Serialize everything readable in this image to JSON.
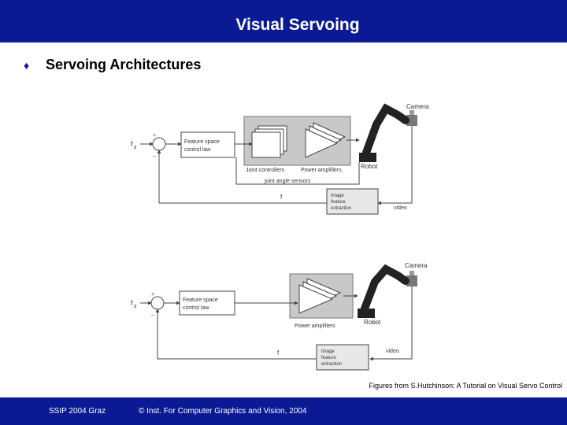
{
  "slide": {
    "title": "Visual Servoing",
    "bullet_icon": "diamond-bullet-icon",
    "heading": "Servoing Architectures",
    "caption": "Figures from S.Hutchinson: A Tutorial on Visual Servo Control",
    "footer_left": "SSIP 2004 Graz",
    "footer_right": "© Inst. For Computer Graphics and Vision, 2004"
  },
  "colors": {
    "title_bar": "#0b1a94",
    "footer_bar": "#0b1a94",
    "text_on_bar": "#ffffff"
  },
  "figure1": {
    "camera": "Camera",
    "f_d": "f",
    "f_d_sub": "d",
    "plus": "+",
    "minus": "–",
    "law_line1": "Feature space",
    "law_line2": "control law",
    "joint_controllers": "Joint controllers",
    "power_amplifiers": "Power amplifiers",
    "robot": "Robot",
    "joint_sensors": "joint angle sensors",
    "f": "f",
    "extract_line1": "Image",
    "extract_line2": "feature",
    "extract_line3": "extraction",
    "video": "video"
  },
  "figure2": {
    "camera": "Camera",
    "f_d": "f",
    "f_d_sub": "d",
    "plus": "+",
    "minus": "–",
    "law_line1": "Feature space",
    "law_line2": "control law",
    "power_amplifiers": "Power amplifiers",
    "robot": "Robot",
    "f": "f",
    "extract_line1": "Image",
    "extract_line2": "feature",
    "extract_line3": "extraction",
    "video": "video"
  }
}
